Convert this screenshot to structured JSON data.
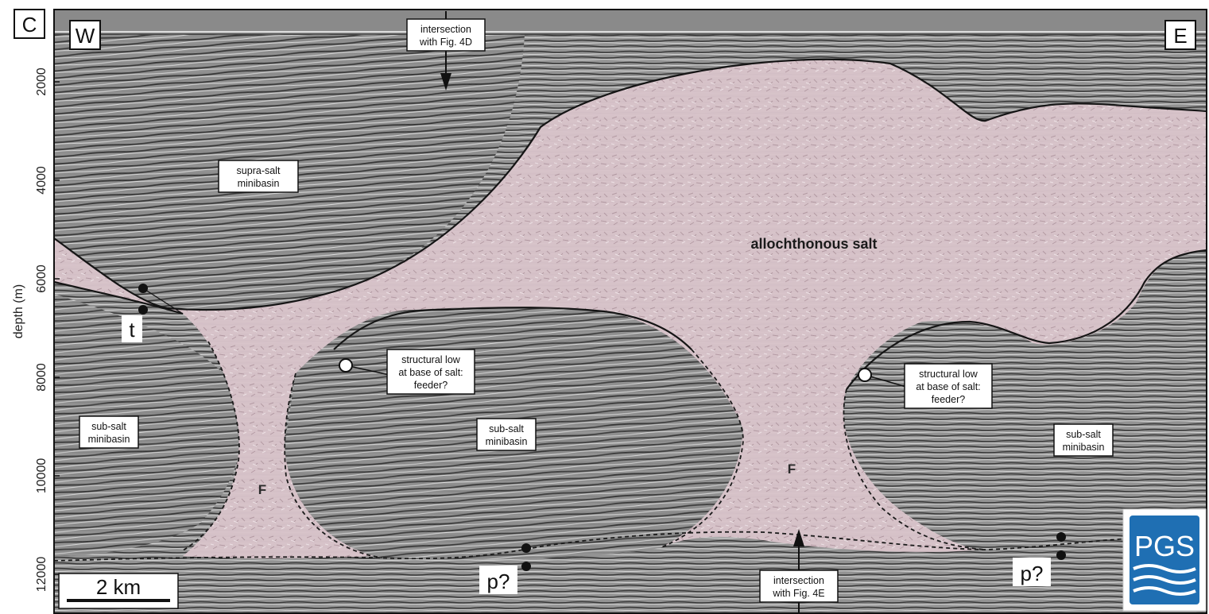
{
  "panel_letter": "C",
  "west_label": "W",
  "east_label": "E",
  "y_axis": {
    "title": "depth (m)",
    "ticks": [
      "2000",
      "4000",
      "6000",
      "8000",
      "10000",
      "12000"
    ]
  },
  "annotations": {
    "intersection_top": [
      "intersection",
      "with Fig. 4D"
    ],
    "intersection_bottom": [
      "intersection",
      "with Fig. 4E"
    ],
    "supra_salt": [
      "supra-salt",
      "minibasin"
    ],
    "allochthonous_salt": "allochthonous salt",
    "structural_low_left": [
      "structural low",
      "at base of salt:",
      "feeder?"
    ],
    "structural_low_right": [
      "structural low",
      "at base of salt:",
      "feeder?"
    ],
    "sub_salt_left": [
      "sub-salt",
      "minibasin"
    ],
    "sub_salt_center": [
      "sub-salt",
      "minibasin"
    ],
    "sub_salt_right": [
      "sub-salt",
      "minibasin"
    ],
    "feeder_left": "F",
    "feeder_right": "F",
    "marker_t": "t",
    "marker_p_left": "p?",
    "marker_p_right": "p?"
  },
  "scale_bar": {
    "label": "2 km"
  },
  "logo": {
    "text": "PGS"
  },
  "colors": {
    "salt_fill": "#d9c0c8",
    "seismic_base": "#8e8e8e",
    "logo_blue": "#1f6fb3"
  }
}
